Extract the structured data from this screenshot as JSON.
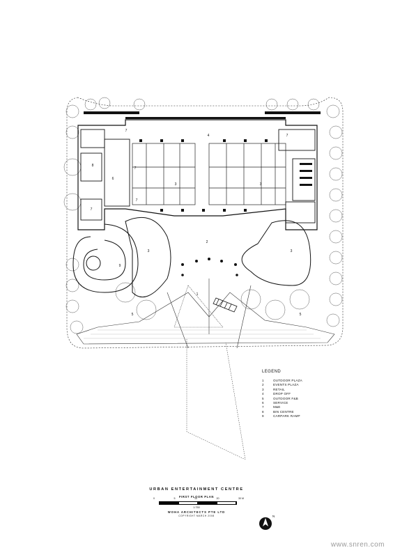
{
  "legend": {
    "title": "LEGEND",
    "items": [
      {
        "num": "1",
        "label": "OUTDOOR PLAZA"
      },
      {
        "num": "2",
        "label": "EVENTS PLAZA"
      },
      {
        "num": "3",
        "label": "RETAIL"
      },
      {
        "num": "4",
        "label": "DROP OFF"
      },
      {
        "num": "5",
        "label": "OUTDOOR F&B"
      },
      {
        "num": "6",
        "label": "SERVICE"
      },
      {
        "num": "7",
        "label": "M&E"
      },
      {
        "num": "8",
        "label": "BIN CENTRE"
      },
      {
        "num": "9",
        "label": "CARPARK RAMP"
      }
    ]
  },
  "title_block": {
    "title": "URBAN ENTERTAINMENT CENTRE",
    "subtitle": "FIRST FLOOR PLAN",
    "scale_ticks": [
      "0",
      "5",
      "10",
      "20",
      "30 M"
    ],
    "ratio": "1:750",
    "firm": "WOHA ARCHITECTS PTE LTD",
    "copyright": "COPYRIGHT MARCH 2008"
  },
  "north": {
    "label": "N",
    "icon": "north-arrow-icon"
  },
  "watermark": "www.snren.com",
  "room_labels": {
    "outdoor_plaza": "1",
    "events_plaza": "2",
    "retail": "3",
    "drop_off": "4",
    "outdoor_fb": "5",
    "service": "6",
    "me": "7",
    "bin_centre": "8",
    "carpark_ramp": "9"
  }
}
